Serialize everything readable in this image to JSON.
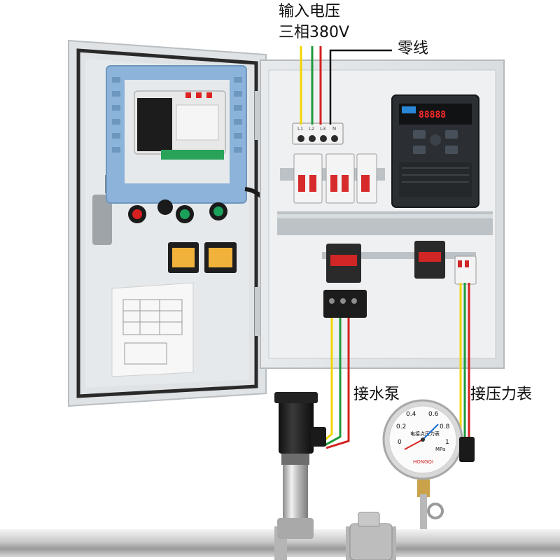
{
  "labels": {
    "input_voltage_line1": "输入电压",
    "input_voltage_line2": "三相380V",
    "neutral": "零线",
    "to_pump": "接水泵",
    "to_gauge": "接压力表"
  },
  "vfd": {
    "display": "88888"
  },
  "gauge": {
    "ticks": [
      "0",
      "0.2",
      "0.4",
      "0.6",
      "0.8",
      "1"
    ],
    "title": "电接点压力表",
    "unit": "MPa",
    "brand": "HONGQI"
  },
  "wire_colors": {
    "l1": "#f2d600",
    "l2": "#1e9a3a",
    "l3": "#d32222",
    "neutral": "#111111"
  }
}
